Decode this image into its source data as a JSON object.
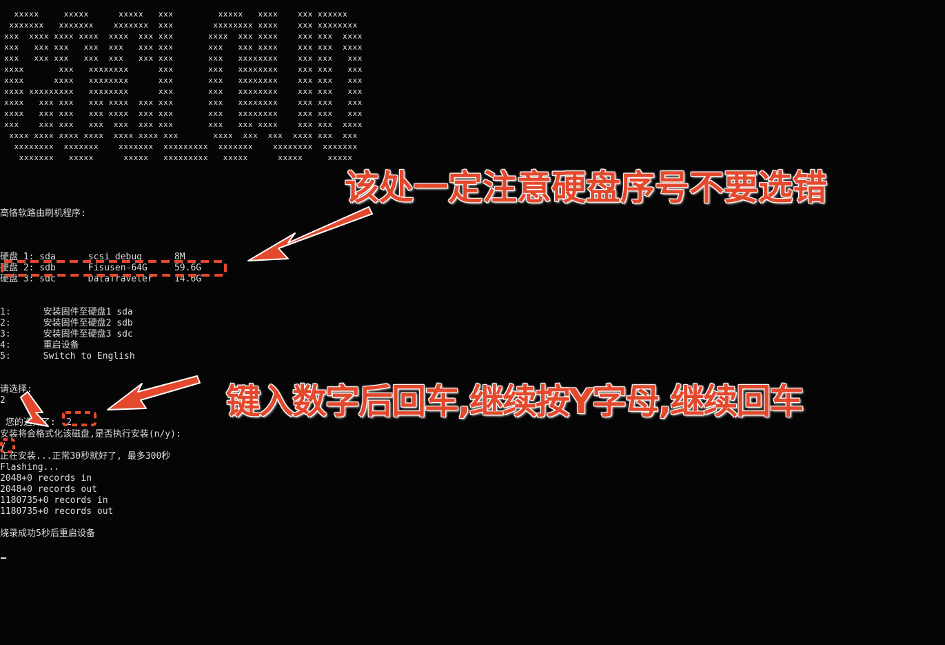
{
  "ascii_logo": "  xxxxx     xxxxx      xxxxx   xxx         xxxxx   xxxx    xxx xxxxxx\n xxxxxxx   xxxxxxx    xxxxxxx  xxx        xxxxxxxx xxxx    xxx xxxxxxxx\nxxx  xxxx xxxx xxxx  xxxx  xxx xxx       xxxx  xxx xxxx    xxx xxx  xxxx\nxxx   xxx xxx   xxx  xxx   xxx xxx       xxx   xxx xxxx    xxx xxx  xxxx\nxxx   xxx xxx   xxx  xxx   xxx xxx       xxx   xxxxxxxx    xxx xxx   xxx\nxxxx       xxx   xxxxxxxx      xxx       xxx   xxxxxxxx    xxx xxx   xxx\nxxxx      xxxx   xxxxxxxx      xxx       xxx   xxxxxxxx    xxx xxx   xxx\nxxxx xxxxxxxxx   xxxxxxxx      xxx       xxx   xxxxxxxx    xxx xxx   xxx\nxxxx   xxx xxx   xxx xxxx  xxx xxx       xxx   xxxxxxxx    xxx xxx   xxx\nxxxx   xxx xxx   xxx xxxx  xxx xxx       xxx   xxxxxxxx    xxx xxx   xxx\nxxx    xxx xxx   xxx  xxx  xxx xxx       xxx   xxx xxxx    xxx xxx  xxxx\n xxxx xxxx xxxx xxxx  xxxx xxxx xxx       xxxx  xxx  xxx  xxxx xxx  xxx\n  xxxxxxxx  xxxxxxx    xxxxxxx  xxxxxxxxx  xxxxxxx    xxxxxxxx  xxxxxxx\n   xxxxxxx   xxxxx      xxxxx   xxxxxxxxx   xxxxx      xxxxx     xxxxx",
  "terminal": {
    "program_title": "高恪软路由刷机程序:",
    "disks": [
      "硬盘 1: sda      scsi debug      8M",
      "硬盘 2: sdb      Fisusen-64G     59.6G",
      "硬盘 3: sdc      DataTraveler    14.6G"
    ],
    "menu": [
      "1:      安装固件至硬盘1 sda",
      "2:      安装固件至硬盘2 sdb",
      "3:      安装固件至硬盘3 sdc",
      "4:      重启设备",
      "5:      Switch to English"
    ],
    "prompt_select": "请选择:",
    "input_choice": "2",
    "selected_echo": " 您的选择了:  2",
    "format_warning": "安装将会格式化该磁盘,是否执行安装(n/y):",
    "input_confirm": "y",
    "installing": "正在安装...正常30秒就好了, 最多300秒",
    "flashing": "Flashing...",
    "records": [
      "2048+0 records in",
      "2048+0 records out",
      "1180735+0 records in",
      "1180735+0 records out"
    ],
    "success": "烧录成功5秒后重启设备"
  },
  "annotations": {
    "disk_warning": "该处一定注意硬盘序号不要选错",
    "input_instruction": "键入数字后回车,继续按Y字母,继续回车"
  },
  "colors": {
    "background": "#050505",
    "text": "#dcdcdc",
    "annotation": "#e4492d"
  }
}
